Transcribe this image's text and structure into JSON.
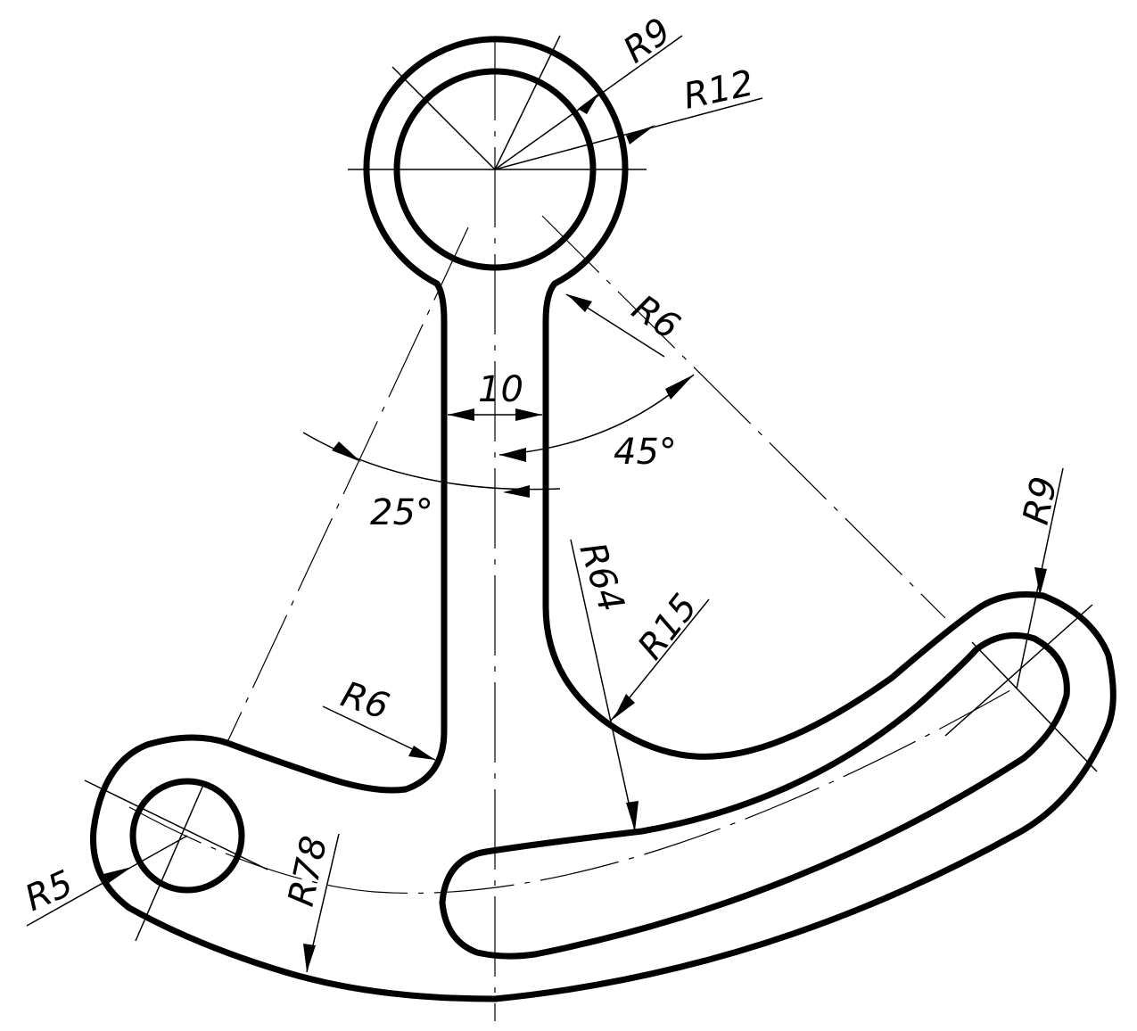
{
  "dimensions": {
    "ring_inner_radius": "R9",
    "ring_outer_radius": "R12",
    "neck_fillet_upper": "R6",
    "shank_width": "10",
    "angle_right": "45°",
    "angle_left": "25°",
    "arc_radius_inner": "R64",
    "fillet_right_inner": "R15",
    "arm_end_radius": "R9",
    "fillet_left_inner": "R6",
    "left_hole_radius": "R5",
    "arc_radius_outer": "R78"
  }
}
